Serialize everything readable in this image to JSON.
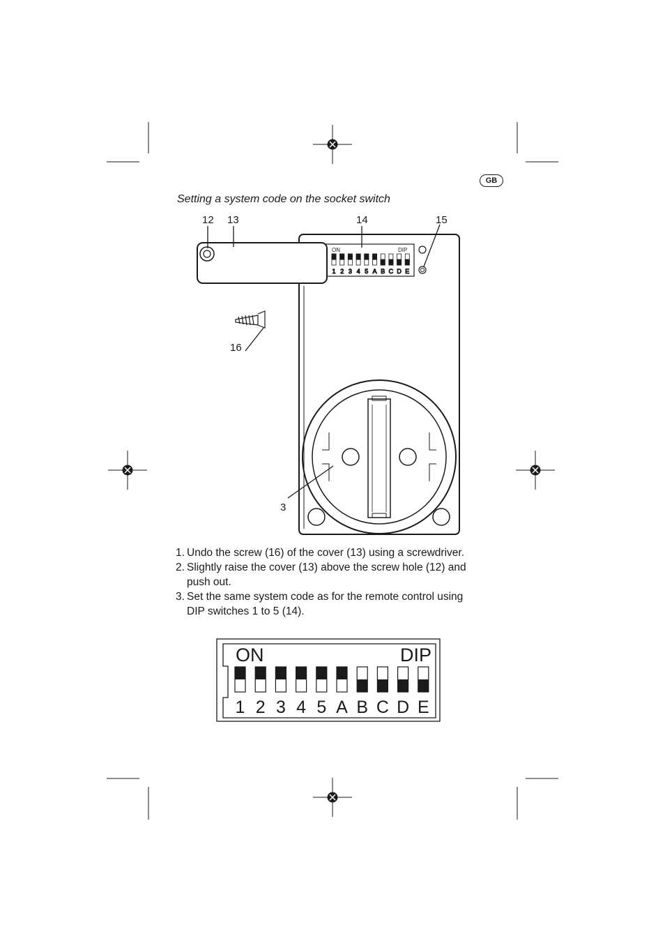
{
  "page": {
    "lang_badge": "GB",
    "heading": "Setting a system code on the socket switch"
  },
  "figure": {
    "callouts": {
      "screw_hole": "12",
      "cover": "13",
      "dip_switches": "14",
      "led": "15",
      "screw": "16",
      "socket": "3"
    },
    "small_dip": {
      "on_label": "ON",
      "dip_label": "DIP",
      "labels": [
        "1",
        "2",
        "3",
        "4",
        "5",
        "A",
        "B",
        "C",
        "D",
        "E"
      ]
    }
  },
  "steps": [
    {
      "num": "1.",
      "text": "Undo the screw (16) of the cover (13) using a screwdriver."
    },
    {
      "num": "2.",
      "text": "Slightly raise the cover (13) above the screw hole (12) and push out."
    },
    {
      "num": "3.",
      "text": "Set the same system code as for the remote control using DIP switches 1 to 5 (14)."
    }
  ],
  "dip_panel": {
    "on_label": "ON",
    "dip_label": "DIP",
    "switches": [
      {
        "label": "1",
        "state": "on"
      },
      {
        "label": "2",
        "state": "on"
      },
      {
        "label": "3",
        "state": "on"
      },
      {
        "label": "4",
        "state": "on"
      },
      {
        "label": "5",
        "state": "on"
      },
      {
        "label": "A",
        "state": "on"
      },
      {
        "label": "B",
        "state": "off"
      },
      {
        "label": "C",
        "state": "off"
      },
      {
        "label": "D",
        "state": "off"
      },
      {
        "label": "E",
        "state": "off"
      }
    ]
  }
}
